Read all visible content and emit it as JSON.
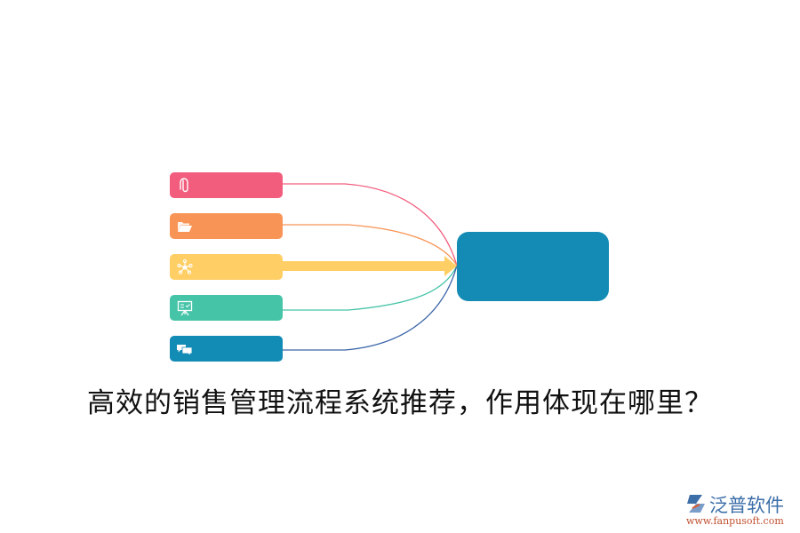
{
  "diagram": {
    "title": "高效的销售管理流程系统推荐，作用体现在哪里？",
    "nodes": [
      {
        "id": "node-1",
        "icon": "paperclip-icon",
        "color": "#f25d7e",
        "label": ""
      },
      {
        "id": "node-2",
        "icon": "folder-open-icon",
        "color": "#f89556",
        "label": ""
      },
      {
        "id": "node-3",
        "icon": "network-icon",
        "color": "#ffcf66",
        "label": ""
      },
      {
        "id": "node-4",
        "icon": "presentation-board-icon",
        "color": "#46c4a8",
        "label": ""
      },
      {
        "id": "node-5",
        "icon": "chat-bubbles-icon",
        "color": "#128bb5",
        "label": ""
      }
    ],
    "hub": {
      "color": "#138bb4",
      "label": ""
    },
    "links": [
      {
        "from": "node-1",
        "color": "#f25d7e",
        "style": "curve"
      },
      {
        "from": "node-2",
        "color": "#f89556",
        "style": "curve"
      },
      {
        "from": "node-3",
        "color": "#ffcf66",
        "style": "thick-arrow"
      },
      {
        "from": "node-4",
        "color": "#46c4a8",
        "style": "curve"
      },
      {
        "from": "node-5",
        "color": "#3a64a8",
        "style": "curve"
      }
    ]
  },
  "watermark": {
    "brand": "泛普软件",
    "url": "www.fanpusoft.com"
  }
}
